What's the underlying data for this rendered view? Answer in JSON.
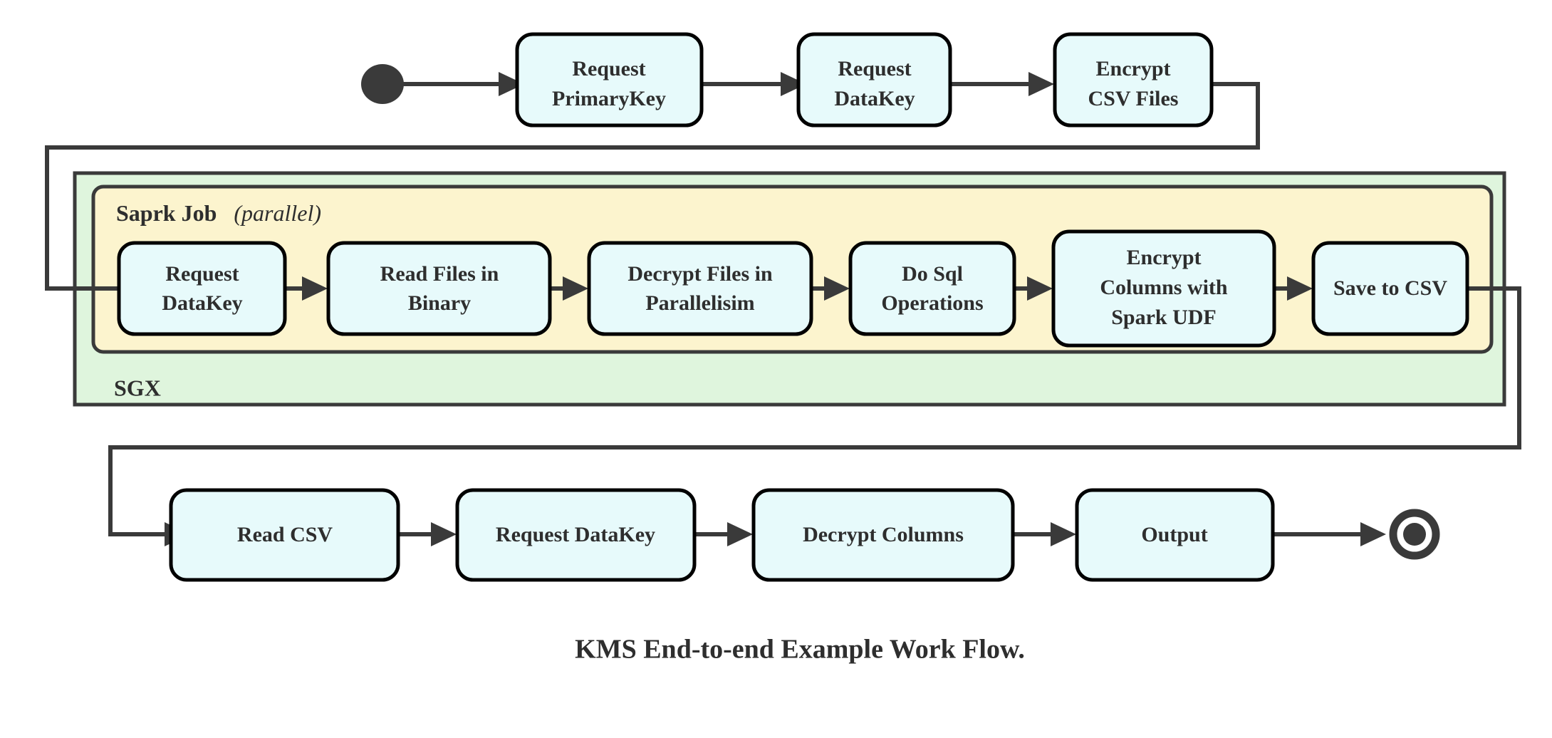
{
  "caption": "KMS End-to-end Example Work Flow.",
  "colors": {
    "node_fill": "#e7fafb",
    "node_stroke": "#000000",
    "sgx_fill": "#dff5dd",
    "spark_fill": "#fcf4ce",
    "edge": "#3a3a3a",
    "text": "#2e2e2e",
    "background": "#ffffff"
  },
  "containers": {
    "sgx": {
      "label": "SGX"
    },
    "spark": {
      "label_bold": "Saprk Job",
      "label_italic": "(parallel)"
    }
  },
  "terminals": {
    "start": {
      "name": "start-node"
    },
    "end": {
      "name": "end-node"
    }
  },
  "nodes": {
    "top_row": [
      {
        "id": "request-primarykey",
        "lines": [
          "Request",
          "PrimaryKey"
        ]
      },
      {
        "id": "request-datakey-top",
        "lines": [
          "Request",
          "DataKey"
        ]
      },
      {
        "id": "encrypt-csv-files",
        "lines": [
          "Encrypt",
          "CSV Files"
        ]
      }
    ],
    "spark_row": [
      {
        "id": "request-datakey-spark",
        "lines": [
          "Request",
          "DataKey"
        ]
      },
      {
        "id": "read-files-in-binary",
        "lines": [
          "Read Files in",
          "Binary"
        ]
      },
      {
        "id": "decrypt-files-in-parallelisim",
        "lines": [
          "Decrypt Files in",
          "Parallelisim"
        ]
      },
      {
        "id": "do-sql-operations",
        "lines": [
          "Do Sql",
          "Operations"
        ]
      },
      {
        "id": "encrypt-columns-with-spark-udf",
        "lines": [
          "Encrypt",
          "Columns with",
          "Spark UDF"
        ]
      },
      {
        "id": "save-to-csv",
        "lines": [
          "Save to CSV"
        ]
      }
    ],
    "bottom_row": [
      {
        "id": "read-csv",
        "lines": [
          "Read CSV"
        ]
      },
      {
        "id": "request-datakey-bottom",
        "lines": [
          "Request DataKey"
        ]
      },
      {
        "id": "decrypt-columns",
        "lines": [
          "Decrypt Columns"
        ]
      },
      {
        "id": "output",
        "lines": [
          "Output"
        ]
      }
    ]
  }
}
